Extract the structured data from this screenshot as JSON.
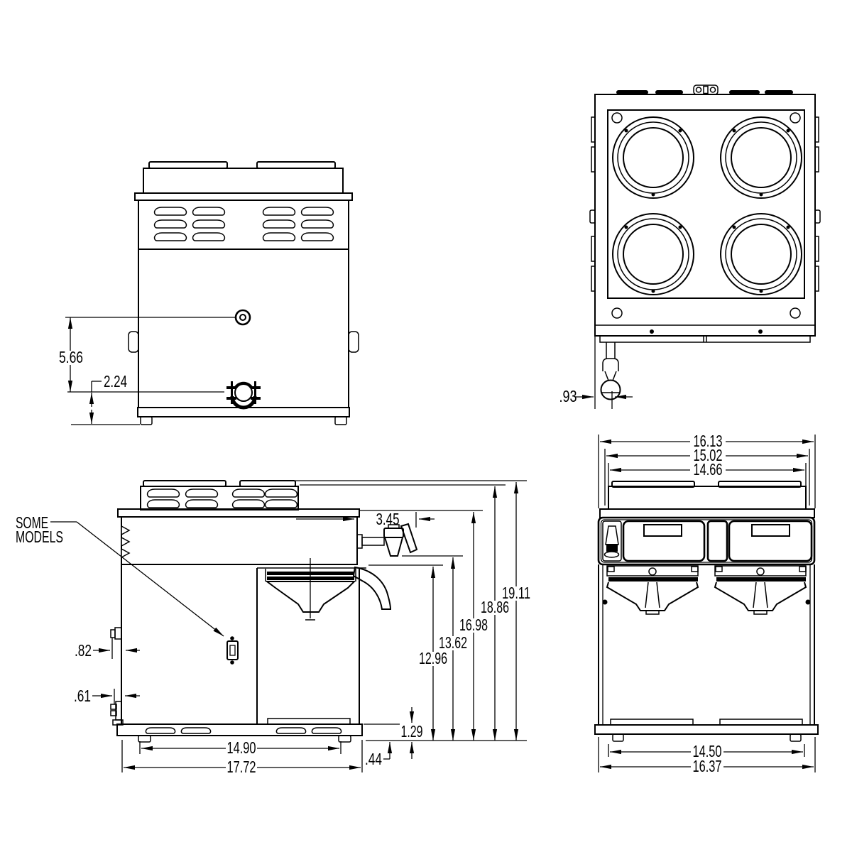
{
  "drawing": {
    "background": "#ffffff",
    "line_color": "#000000",
    "note": {
      "line1": "SOME",
      "line2": "MODELS"
    },
    "back_view": {
      "dims": {
        "upper_fitting_height": "5.66",
        "lower_fitting_height": "2.24"
      }
    },
    "top_view": {
      "dims": {
        "faucet_center_offset": ".93"
      }
    },
    "side_view": {
      "dims": {
        "faucet_projection": "3.45",
        "overall_height": "19.11",
        "cover_height": "18.86",
        "hood_top_height": "16.98",
        "faucet_height": "13.62",
        "funnel_rail_height": "12.96",
        "upper_fitting_projection": ".82",
        "lower_fitting_projection": ".61",
        "base_to_floor": "1.29",
        "foot_height": ".44",
        "foot_spacing": "14.90",
        "overall_depth": "17.72"
      }
    },
    "front_view": {
      "dims": {
        "overall_width": "16.13",
        "cover_width": "15.02",
        "warmer_width": "14.66",
        "foot_spacing": "14.50",
        "base_width": "16.37"
      }
    }
  }
}
